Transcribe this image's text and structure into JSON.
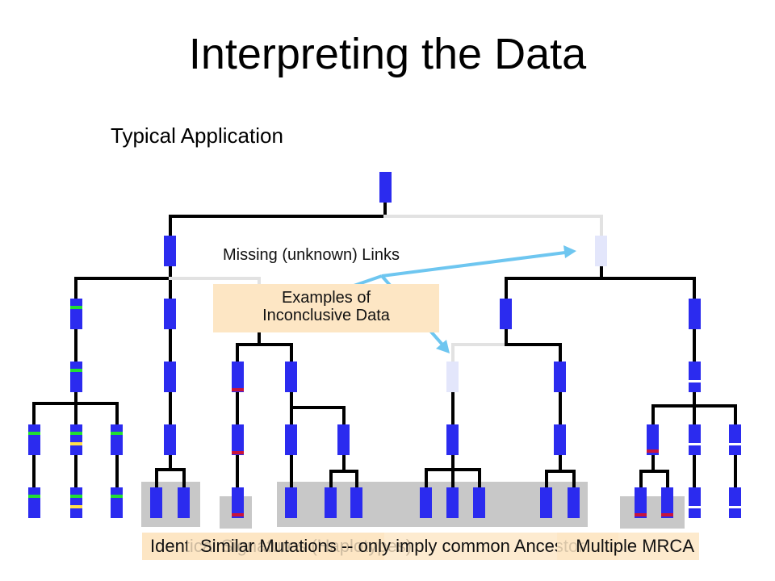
{
  "title": "Interpreting the Data",
  "subtitle": "Typical Application",
  "annotations": {
    "missing_links": "Missing (unknown) Links",
    "inconclusive_line1": "Examples of",
    "inconclusive_line2": "Inconclusive Data"
  },
  "bottom_labels": [
    "Identical Signatures (Haplotypes)",
    "Similar Mutations -- only imply common Ancestor",
    "Multiple MRCA"
  ],
  "colors": {
    "node": "#2b2bef",
    "unknown_node": "#e3e6fb",
    "link": "#000000",
    "unknown_link": "#e2e2e2",
    "arrow": "#6ec6f0",
    "mutation_green": "#22dd33",
    "mutation_yellow": "#ffe04a",
    "mutation_red": "#c8143c",
    "mutation_white": "#ffffff",
    "highlight_gray": "#c8c8c8",
    "label_bg": "#fde6c4"
  }
}
